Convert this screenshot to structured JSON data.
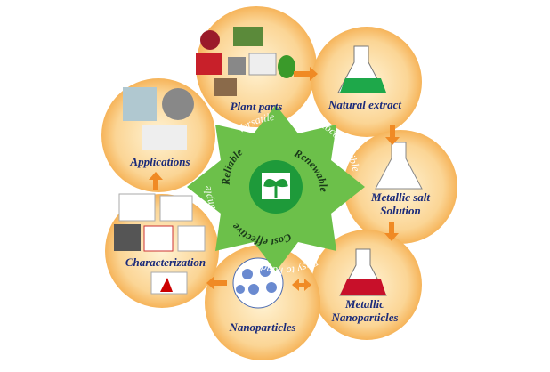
{
  "colors": {
    "circle": "#f9c57a",
    "circle_center": "#fdf0c8",
    "star": "#6cc04a",
    "core": "#1e9a3a",
    "label": "#1a2a7a",
    "arrow": "#f08a24"
  },
  "stages": [
    {
      "label": "Plant parts"
    },
    {
      "label": "Natural extract"
    },
    {
      "label": "Metallic salt",
      "label2": "Solution"
    },
    {
      "label": "Metallic",
      "label2": "Nanoparticles"
    },
    {
      "label": "Nanoparticles"
    },
    {
      "label": "Characterization"
    },
    {
      "label": "Applications"
    }
  ],
  "center": {
    "inner_words": [
      "Reliable",
      "Renewable",
      "Cost effective"
    ],
    "outer_words": [
      "Versatile",
      "Biocompatible",
      "Easy to handle",
      "Simple"
    ],
    "icon": "plant-sprout-icon"
  }
}
